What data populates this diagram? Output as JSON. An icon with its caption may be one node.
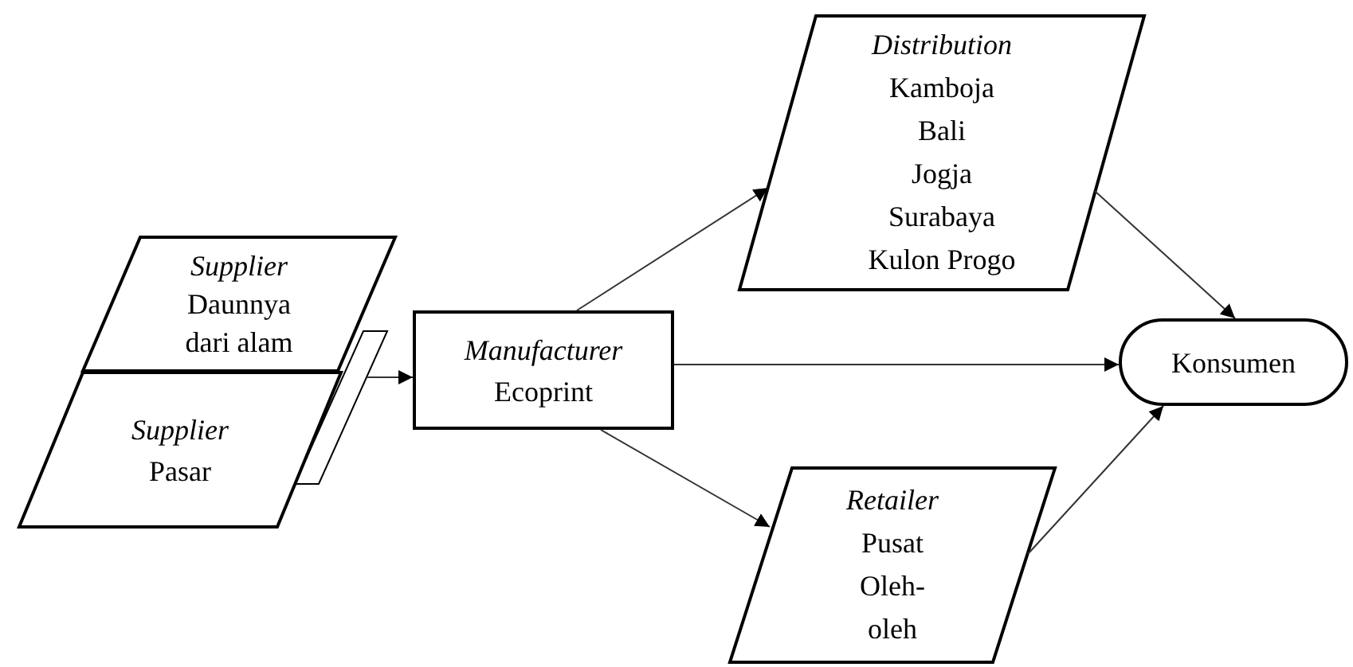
{
  "diagram": {
    "nodes": [
      {
        "text": [
          "Supplier",
          "Daunnya dari alam"
        ]
      },
      {
        "text": [
          "Supplier",
          "Pasar"
        ]
      },
      {
        "text": [],
        "shape": "parallelogram"
      },
      {
        "text": [
          "Manufacturer",
          "Ecoprint"
        ]
      },
      {
        "text": [
          "Distribution",
          "Kamboja",
          "Bali",
          "Jogja",
          "Surabaya",
          "Kulon Progo"
        ]
      },
      {
        "text": [
          "Retailer",
          "Pusat Oleh-oleh"
        ]
      },
      {
        "text": [
          "Konsumen"
        ]
      }
    ],
    "edges": [
      {
        "from": 2,
        "to": 3,
        "arrow": "to"
      },
      {
        "from": 3,
        "to": 4,
        "arrow": "to"
      },
      {
        "from": 3,
        "to": 6,
        "arrow": "to"
      },
      {
        "from": 3,
        "to": 5,
        "arrow": "to"
      },
      {
        "from": 4,
        "to": 6,
        "arrow": "to"
      },
      {
        "from": 5,
        "to": 6,
        "arrow": "to"
      }
    ]
  }
}
